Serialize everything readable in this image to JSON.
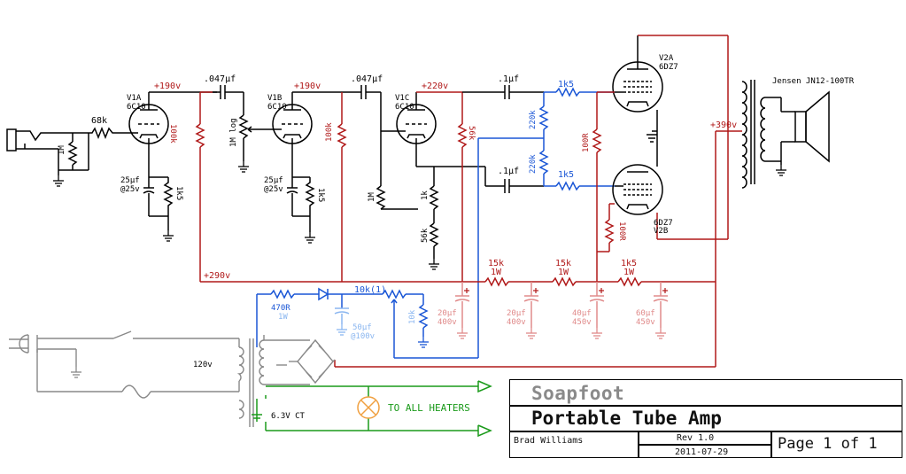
{
  "title_block": {
    "company": "Soapfoot",
    "title": "Portable Tube Amp",
    "author": "Brad Williams",
    "revision": "Rev 1.0",
    "date": "2011-07-29",
    "page": "Page 1 of 1"
  },
  "labels": {
    "r_68k": "68k",
    "r_1m_in": "1M",
    "v1a": "V1A",
    "v1a_type": "6C10",
    "v1a_volt": "+190v",
    "v1b": "V1B",
    "v1b_type": "6C10",
    "v1b_volt": "+190v",
    "v1c": "V1C",
    "v1c_type": "6C10",
    "v1c_volt": "+220v",
    "c_047_1": ".047µf",
    "c_047_2": ".047µf",
    "c_1_a": ".1µf",
    "c_1_b": ".1µf",
    "r_100k_1": "100k",
    "r_100k_2": "100k",
    "pot_1m": "1M log",
    "cap_25_1": "25µf",
    "cap_25_1v": "@25v",
    "cap_25_2": "25µf",
    "cap_25_2v": "@25v",
    "r_1k5_1": "1k5",
    "r_1k5_2": "1k5",
    "r_56k_1": "56k",
    "r_1m_c": "1M",
    "r_1k": "1k",
    "r_56k_2": "56k",
    "r_220k_1": "220k",
    "r_220k_2": "220k",
    "r_1k5_g1": "1k5",
    "r_1k5_g2": "1k5",
    "r_100r_1": "100R",
    "r_100r_2": "100R",
    "v2a": "V2A",
    "v2a_type": "6DZ7",
    "v2b": "V2B",
    "v2b_type": "6DZ7",
    "speaker": "Jensen JN12-100TR",
    "b_390": "+390v",
    "b_290": "+290v",
    "r_15k_1": "15k",
    "r_15k_1w": "1W",
    "r_15k_2": "15k",
    "r_15k_2w": "1W",
    "r_1k5_3": "1k5",
    "r_1k5_3w": "1W",
    "c_20_1": "20µf",
    "c_20_1v": "400v",
    "c_20_2": "20µf",
    "c_20_2v": "400v",
    "c_40": "40µf",
    "c_40v": "450v",
    "c_60": "60µf",
    "c_60v": "450v",
    "r_470r": "470R",
    "r_470r_w": "1W",
    "pot_10k": "10k(1)",
    "r_10k": "10k",
    "c_50": "50µf",
    "c_50v": "@100v",
    "mains": "120v",
    "heater_ct": "6.3V CT",
    "heaters": "TO ALL HEATERS"
  }
}
